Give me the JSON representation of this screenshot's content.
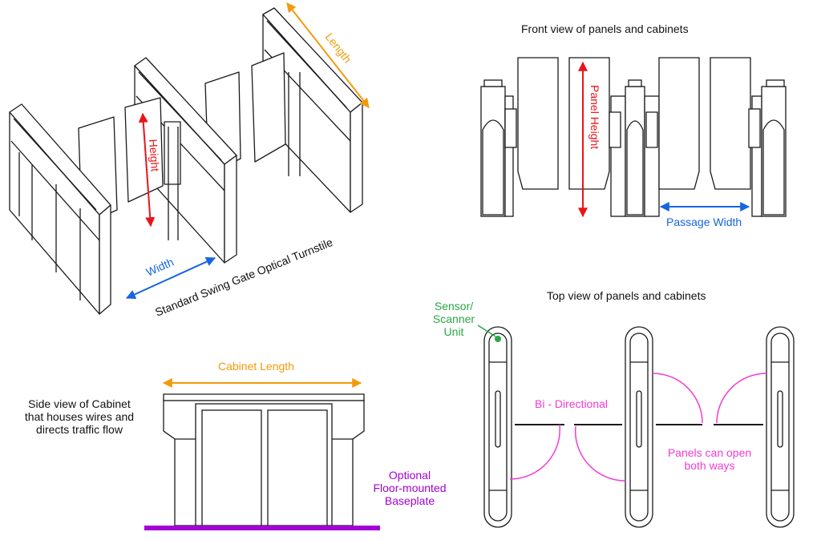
{
  "colors": {
    "line": "#1a1a1a",
    "height": "#e8141a",
    "width": "#1565e0",
    "length": "#f39a0b",
    "sensor": "#2aa745",
    "panel_swing": "#f23bd3",
    "baseplate": "#a400d6"
  },
  "views": {
    "perspective": {
      "title": "Standard Swing Gate Optical Turnstile",
      "height_label": "Height",
      "width_label": "Width",
      "length_label": "Length"
    },
    "front": {
      "title": "Front view of panels and cabinets",
      "panel_height_label": "Panel Height",
      "passage_width_label": "Passage Width"
    },
    "top": {
      "title": "Top view of panels and cabinets",
      "sensor_label": [
        "Sensor/",
        "Scanner",
        "Unit"
      ],
      "bidirectional_label": "Bi - Directional",
      "panels_label": [
        "Panels can open",
        "both ways"
      ]
    },
    "side": {
      "title": [
        "Side view of Cabinet",
        "that houses wires and",
        "directs traffic flow"
      ],
      "cabinet_length_label": "Cabinet Length",
      "baseplate_label": [
        "Optional",
        "Floor-mounted",
        "Baseplate"
      ]
    }
  }
}
